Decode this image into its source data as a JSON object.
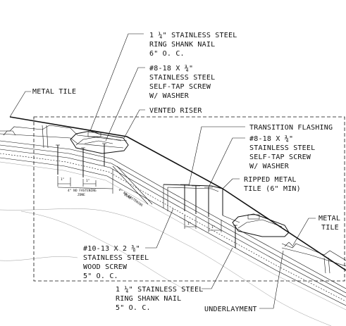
{
  "labels": {
    "metal_tile_left": "METAL TILE",
    "ring_nail_top": [
      "1 ¼\" STAINLESS STEEL",
      "RING SHANK NAIL",
      "6\" O. C."
    ],
    "screw_top": [
      "#8-18 X ¾\"",
      "STAINLESS STEEL",
      "SELF-TAP SCREW",
      "W/ WASHER"
    ],
    "vented_riser": "VENTED RISER",
    "transition_flashing": "TRANSITION FLASHING",
    "screw_right": [
      "#8-18 X ¾\"",
      "STAINLESS STEEL",
      "SELF-TAP SCREW",
      "W/ WASHER"
    ],
    "ripped_metal_tile": [
      "RIPPED METAL",
      "TILE (6\" MIN)"
    ],
    "metal_tile_right": [
      "METAL",
      "TILE"
    ],
    "wood_screw": [
      "#10-13 X 2 ⅜\"",
      "STAINLESS STEEL",
      "WOOD SCREW",
      "5\" O. C."
    ],
    "ring_nail_bottom": [
      "1 ¼\" STAINLESS STEEL",
      "RING SHANK NAIL",
      "5\" O. C."
    ],
    "underlayment": "UNDERLAYMENT"
  },
  "dimensions": {
    "one_inch": "1\"",
    "no_fastening_zone_line1": "4\" NO FASTENING",
    "no_fastening_zone_line2": "ZONE"
  }
}
